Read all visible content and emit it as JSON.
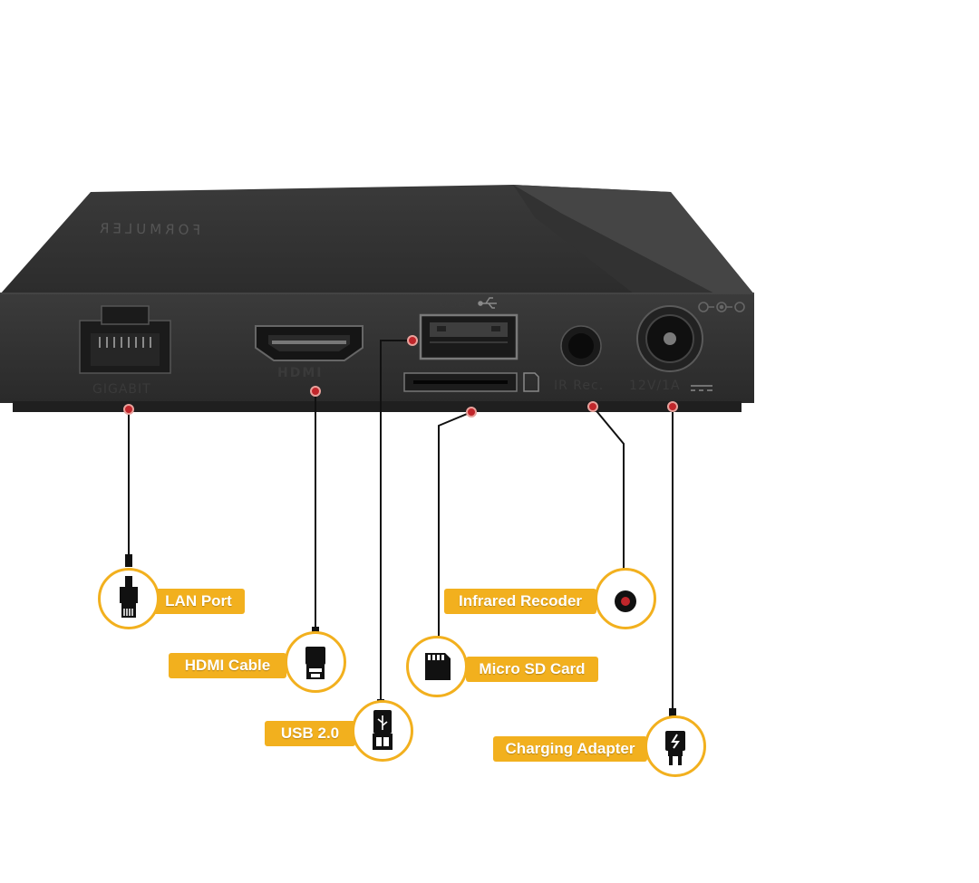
{
  "colors": {
    "accent": "#f2b01e",
    "device": "#2e2e2e",
    "pin": "#c0262b",
    "line": "#111111"
  },
  "device": {
    "brand_text": "FORMULER",
    "port_labels": {
      "gigabit": "GIGABIT",
      "hdmi": "HDMI",
      "usb": "USB",
      "ir": "IR Rec.",
      "power": "12V/1A"
    }
  },
  "callouts": [
    {
      "id": "lan",
      "label": "LAN Port",
      "icon": "ethernet-plug-icon"
    },
    {
      "id": "hdmi",
      "label": "HDMI Cable",
      "icon": "hdmi-plug-icon"
    },
    {
      "id": "usb",
      "label": "USB 2.0",
      "icon": "usb-plug-icon"
    },
    {
      "id": "ir",
      "label": "Infrared Recoder",
      "icon": "ir-sensor-icon"
    },
    {
      "id": "sd",
      "label": "Micro SD Card",
      "icon": "micro-sd-icon"
    },
    {
      "id": "power",
      "label": "Charging Adapter",
      "icon": "power-plug-icon"
    }
  ]
}
